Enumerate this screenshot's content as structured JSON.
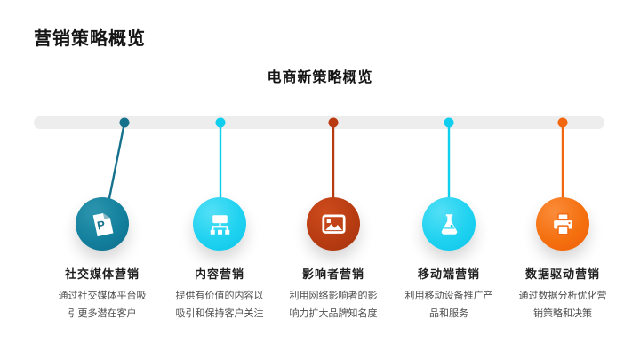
{
  "slide": {
    "title": "营销策略概览",
    "subtitle": "电商新策略概览"
  },
  "timeline": {
    "bar_color": "#ededed"
  },
  "items": [
    {
      "title": "社交媒体营销",
      "desc": "通过社交媒体平台吸引更多潜在客户",
      "icon": "document-p-icon",
      "icon_letter": "P",
      "accent": "#15718c",
      "grad": "radial-gradient(circle at 35% 28%, #2e95ae 0%, #13809d 55%, #0d6d8b 100%)"
    },
    {
      "title": "内容营销",
      "desc": "提供有价值的内容以吸引和保持客户关注",
      "icon": "sitemap-icon",
      "accent": "#10cfee",
      "grad": "radial-gradient(circle at 35% 28%, #53dff6 0%, #1fd2f0 55%, #0cc4e8 100%)"
    },
    {
      "title": "影响者营销",
      "desc": "利用网络影响者的影响力扩大品牌知名度",
      "icon": "image-icon",
      "accent": "#b93a10",
      "grad": "radial-gradient(circle at 35% 28%, #cd4b1d 0%, #b83c12 55%, #a5330c 100%)"
    },
    {
      "title": "移动端营销",
      "desc": "利用移动设备推广产品和服务",
      "icon": "flask-icon",
      "accent": "#10cfee",
      "grad": "radial-gradient(circle at 35% 28%, #53dff6 0%, #1fd2f0 55%, #0cc4e8 100%)"
    },
    {
      "title": "数据驱动营销",
      "desc": "通过数据分析优化营销策略和决策",
      "icon": "printer-icon",
      "accent": "#f2670e",
      "grad": "radial-gradient(circle at 35% 28%, #fb8c3a 0%, #f4700f 55%, #f05f0a 100%)"
    }
  ]
}
